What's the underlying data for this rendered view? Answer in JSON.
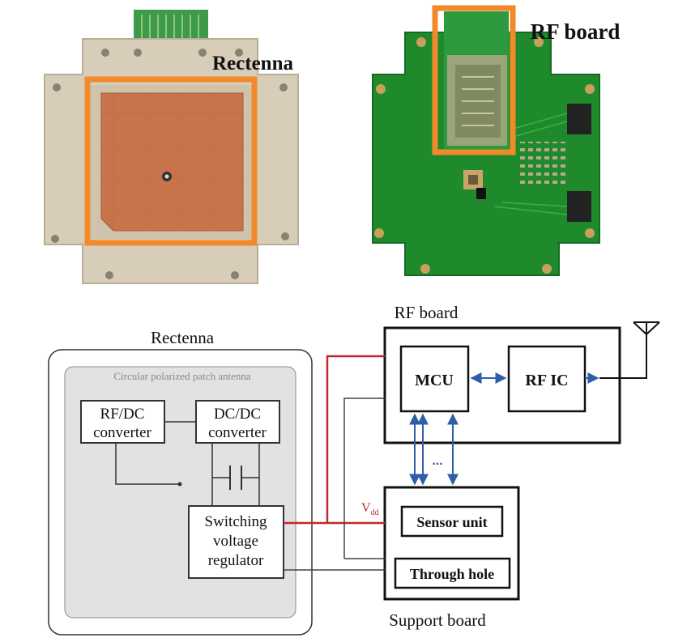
{
  "photos": {
    "rectenna_label": "Rectenna",
    "rf_board_label": "RF board",
    "highlight_color": "#f08a2a"
  },
  "diagram": {
    "rectenna": {
      "title": "Rectenna",
      "inner_label": "Circular polarized patch antenna",
      "rfdc_line1": "RF/DC",
      "rfdc_line2": "converter",
      "dcdc_line1": "DC/DC",
      "dcdc_line2": "converter",
      "reg_line1": "Switching",
      "reg_line2": "voltage",
      "reg_line3": "regulator"
    },
    "rf_board": {
      "title": "RF board",
      "mcu": "MCU",
      "rfic": "RF IC"
    },
    "support_board": {
      "title": "Support board",
      "sensor": "Sensor unit",
      "through_hole": "Through hole"
    },
    "vdd_label": "V",
    "vdd_sub": "dd",
    "ellipsis": "...",
    "colors": {
      "power_line": "#c0282c",
      "bus_line": "#2f5ea8",
      "wire": "#333333"
    }
  }
}
